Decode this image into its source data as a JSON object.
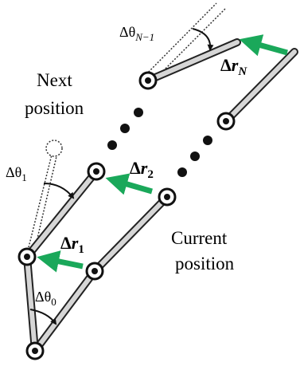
{
  "labels": {
    "next_position": [
      "Next",
      "position"
    ],
    "current_position": [
      "Current",
      "position"
    ]
  },
  "angles": {
    "theta0": {
      "prefix": "Δθ",
      "sub": "0"
    },
    "theta1": {
      "prefix": "Δθ",
      "sub": "1"
    },
    "thetaN": {
      "prefix": "Δθ",
      "sub": "N−1"
    }
  },
  "displacements": {
    "r1": {
      "prefix": "Δ",
      "var": "r",
      "sub": "1"
    },
    "r2": {
      "prefix": "Δ",
      "var": "r",
      "sub": "2"
    },
    "rN": {
      "prefix": "Δ",
      "var": "r",
      "sub": "N"
    }
  },
  "colors": {
    "link_fill": "#d6d6d6",
    "link_stroke": "#222222",
    "arrow_green": "#1aa85a",
    "joint": "#111111"
  }
}
